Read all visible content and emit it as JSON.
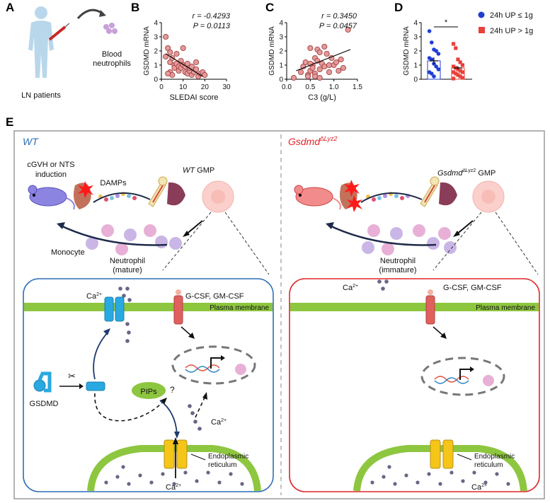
{
  "panels": {
    "A": {
      "label": "A",
      "caption": "LN patients",
      "cells_label_1": "Blood",
      "cells_label_2": "neutrophils"
    },
    "B": {
      "label": "B",
      "r_label": "r = -0.4293",
      "p_label": "P = 0.0113"
    },
    "C": {
      "label": "C",
      "r_label": "r = 0.3450",
      "p_label": "P = 0.0457"
    },
    "D": {
      "label": "D",
      "sig": "*"
    },
    "E": {
      "label": "E",
      "wt_title": "WT",
      "ko_title_main": "Gsdmd",
      "ko_title_sup": "∆Lyz2",
      "wt": {
        "induction_1": "cGVH or NTS",
        "induction_2": "induction",
        "damps": "DAMPs",
        "gmp_prefix": "WT",
        "gmp_suffix": " GMP",
        "monocyte": "Monocyte",
        "neutrophil_1": "Neutrophil",
        "neutrophil_2": "(mature)",
        "ca_top": "Ca",
        "ca_sup": "2+",
        "csf": "G-CSF, GM-CSF",
        "membrane": "Plasma membrane",
        "gsdmd": "GSDMD",
        "pips": "PIPs",
        "question": "?",
        "ca_mid": "Ca",
        "er_1": "Endoplasmic",
        "er_2": "reticulum",
        "ca_bottom": "Ca"
      },
      "ko": {
        "gmp_main": "Gsdmd",
        "gmp_sup": "∆Lyz2",
        "gmp_suffix": " GMP",
        "neutrophil_1": "Neutrophil",
        "neutrophil_2": "(immature)",
        "ca_top": "Ca",
        "ca_sup": "2+",
        "csf": "G-CSF, GM-CSF",
        "membrane": "Plasma membrane",
        "er_1": "Endoplasmic",
        "er_2": "reticulum",
        "ca_bottom": "Ca"
      }
    }
  },
  "colors": {
    "wt_blue": "#2d6fb6",
    "ko_red": "#e1252a",
    "membrane_green": "#8dc63f",
    "channel_blue": "#29a9e0",
    "receptor_red": "#e0605e",
    "channel_yellow": "#f5c518",
    "point_fill": "#e39a9a",
    "blue_dot": "#1f3fd4",
    "red_square": "#e8403a"
  },
  "chart_data": [
    {
      "type": "scatter",
      "xlabel": "SLEDAI score",
      "ylabel": "GSDMD mRNA",
      "xlim": [
        0,
        30
      ],
      "ylim": [
        0,
        4
      ],
      "xticks": [
        0,
        10,
        20,
        30
      ],
      "yticks": [
        0,
        1,
        2,
        3,
        4
      ],
      "points": [
        [
          2,
          3.0
        ],
        [
          3,
          2.2
        ],
        [
          4,
          1.9
        ],
        [
          2,
          1.6
        ],
        [
          4,
          1.2
        ],
        [
          5,
          1.5
        ],
        [
          6,
          1.0
        ],
        [
          6,
          0.8
        ],
        [
          7,
          1.8
        ],
        [
          7,
          1.1
        ],
        [
          8,
          0.9
        ],
        [
          8,
          0.6
        ],
        [
          9,
          1.3
        ],
        [
          9,
          0.8
        ],
        [
          10,
          2.2
        ],
        [
          10,
          1.0
        ],
        [
          11,
          0.5
        ],
        [
          11,
          0.9
        ],
        [
          12,
          0.4
        ],
        [
          12,
          1.1
        ],
        [
          13,
          0.6
        ],
        [
          13,
          0.8
        ],
        [
          14,
          0.3
        ],
        [
          14,
          0.9
        ],
        [
          15,
          0.5
        ],
        [
          16,
          0.7
        ],
        [
          16,
          1.2
        ],
        [
          17,
          0.2
        ],
        [
          18,
          0.4
        ],
        [
          19,
          0.5
        ],
        [
          20,
          0.3
        ],
        [
          4,
          0.5
        ],
        [
          5,
          0.3
        ],
        [
          3,
          0.4
        ]
      ],
      "fit": [
        [
          2,
          1.8
        ],
        [
          19,
          0.2
        ]
      ]
    },
    {
      "type": "scatter",
      "xlabel": "C3 (g/L)",
      "ylabel": "GSDMD mRNA",
      "xlim": [
        0,
        1.5
      ],
      "ylim": [
        0,
        4
      ],
      "xticks": [
        "0.0",
        "0.5",
        "1.0",
        "1.5"
      ],
      "yticks": [
        0,
        1,
        2,
        3,
        4
      ],
      "points": [
        [
          0.15,
          0.1
        ],
        [
          0.3,
          0.5
        ],
        [
          0.35,
          0.9
        ],
        [
          0.4,
          1.2
        ],
        [
          0.45,
          0.3
        ],
        [
          0.5,
          0.6
        ],
        [
          0.5,
          2.2
        ],
        [
          0.55,
          1.0
        ],
        [
          0.55,
          0.8
        ],
        [
          0.6,
          1.5
        ],
        [
          0.6,
          0.4
        ],
        [
          0.65,
          2.1
        ],
        [
          0.65,
          1.3
        ],
        [
          0.7,
          0.7
        ],
        [
          0.7,
          1.9
        ],
        [
          0.75,
          1.1
        ],
        [
          0.8,
          0.9
        ],
        [
          0.8,
          2.3
        ],
        [
          0.85,
          1.8
        ],
        [
          0.9,
          1.0
        ],
        [
          0.95,
          1.5
        ],
        [
          1.0,
          1.0
        ],
        [
          1.05,
          1.2
        ],
        [
          1.1,
          0.6
        ],
        [
          1.15,
          1.4
        ],
        [
          1.2,
          0.8
        ],
        [
          1.3,
          3.5
        ],
        [
          0.45,
          0.2
        ],
        [
          0.6,
          0.2
        ],
        [
          0.7,
          0.1
        ],
        [
          0.9,
          0.5
        ],
        [
          0.5,
          1.1
        ]
      ],
      "fit": [
        [
          0.2,
          0.6
        ],
        [
          1.35,
          2.1
        ]
      ]
    },
    {
      "type": "scatter",
      "xlabel": "",
      "ylabel": "GSDMD mRNA",
      "ylim": [
        0,
        4
      ],
      "yticks": [
        0,
        1,
        2,
        3,
        4
      ],
      "series": [
        {
          "name": "24h UP ≤ 1g",
          "mean": 1.3,
          "sem": 0.25,
          "values": [
            3.4,
            2.6,
            2.1,
            2.0,
            1.8,
            1.5,
            1.4,
            1.1,
            0.9,
            0.7,
            0.5,
            0.4,
            0.2
          ]
        },
        {
          "name": "24h UP > 1g",
          "mean": 0.8,
          "sem": 0.12,
          "values": [
            2.5,
            2.2,
            1.4,
            1.2,
            1.0,
            0.9,
            0.8,
            0.7,
            0.6,
            0.5,
            0.5,
            0.4,
            0.3,
            0.2,
            0.1,
            0.05
          ]
        }
      ]
    }
  ]
}
